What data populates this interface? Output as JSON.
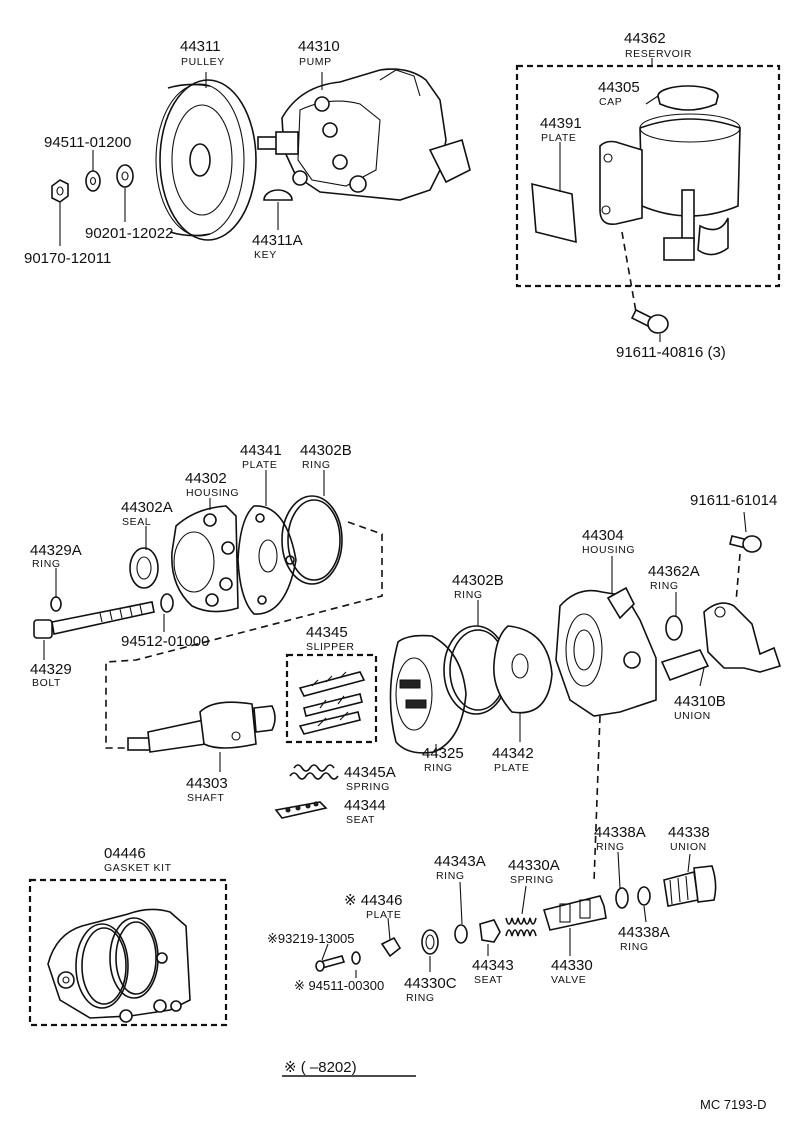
{
  "labels": {
    "pulley": {
      "number": "44311",
      "name": "PULLEY"
    },
    "pump": {
      "number": "44310",
      "name": "PUMP"
    },
    "washer1": {
      "number": "94511-01200"
    },
    "washer2": {
      "number": "90201-12022"
    },
    "nut": {
      "number": "90170-12011"
    },
    "key": {
      "number": "44311A",
      "name": "KEY"
    },
    "reservoir": {
      "number": "44362",
      "name": "RESERVOIR"
    },
    "cap": {
      "number": "44305",
      "name": "CAP"
    },
    "plate_res": {
      "number": "44391",
      "name": "PLATE"
    },
    "res_bolt": {
      "number": "91611-40816 (3)"
    },
    "plate_rear": {
      "number": "44341",
      "name": "PLATE"
    },
    "ring_b1": {
      "number": "44302B",
      "name": "RING"
    },
    "housing_r": {
      "number": "44302",
      "name": "HOUSING"
    },
    "seal": {
      "number": "44302A",
      "name": "SEAL"
    },
    "ring_a": {
      "number": "44329A",
      "name": "RING"
    },
    "bolt": {
      "number": "44329",
      "name": "BOLT"
    },
    "washer3": {
      "number": "94512-01000"
    },
    "slipper": {
      "number": "44345",
      "name": "SLIPPER"
    },
    "shaft": {
      "number": "44303",
      "name": "SHAFT"
    },
    "spring_s": {
      "number": "44345A",
      "name": "SPRING"
    },
    "seat_s": {
      "number": "44344",
      "name": "SEAT"
    },
    "ring_b2": {
      "number": "44302B",
      "name": "RING"
    },
    "ring_cam": {
      "number": "44325",
      "name": "RING"
    },
    "plate_f": {
      "number": "44342",
      "name": "PLATE"
    },
    "housing_f": {
      "number": "44304",
      "name": "HOUSING"
    },
    "bolt2": {
      "number": "91611-61014"
    },
    "ring_362a": {
      "number": "44362A",
      "name": "RING"
    },
    "union_b": {
      "number": "44310B",
      "name": "UNION"
    },
    "gasket": {
      "number": "04446",
      "name": "GASKET KIT"
    },
    "plate_346": {
      "number": "※ 44346",
      "name": "PLATE"
    },
    "screw": {
      "number": "※93219-13005"
    },
    "washer4": {
      "number": "※ 94511-00300"
    },
    "ring_343a": {
      "number": "44343A",
      "name": "RING"
    },
    "spring_v": {
      "number": "44330A",
      "name": "SPRING"
    },
    "ring_338a": {
      "number": "44338A",
      "name": "RING"
    },
    "union": {
      "number": "44338",
      "name": "UNION"
    },
    "ring_338a2": {
      "number": "44338A",
      "name": "RING"
    },
    "seat_v": {
      "number": "44343",
      "name": "SEAT"
    },
    "valve": {
      "number": "44330",
      "name": "VALVE"
    },
    "ring_330c": {
      "number": "44330C",
      "name": "RING"
    }
  },
  "footnote": "※ (      –8202)",
  "catalog_code": "MC  7193-D"
}
